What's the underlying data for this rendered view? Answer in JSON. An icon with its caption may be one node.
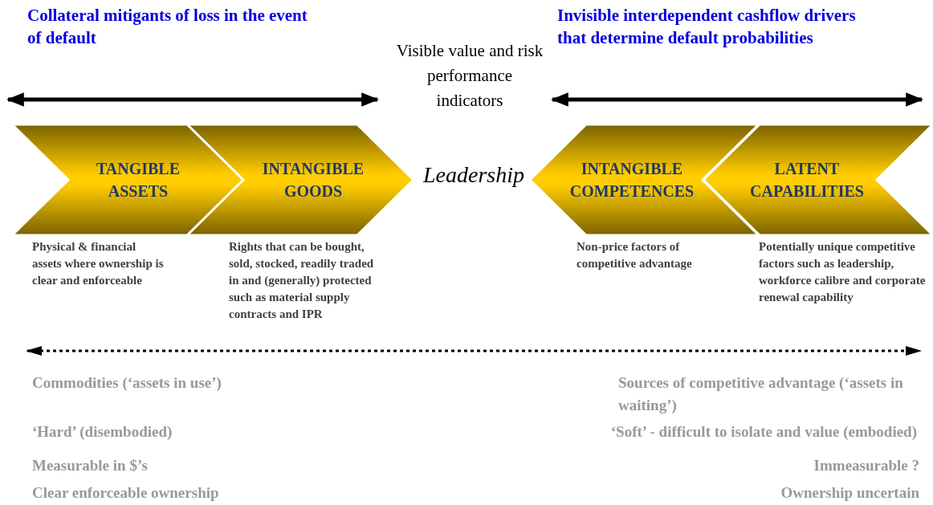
{
  "diagram": {
    "nodes": [
      {
        "text": [
          "TANGIBLE ASSETS"
        ],
        "beside": [
          "Physical & financial assets where ownership is clear and enforceable"
        ]
      },
      {
        "text": [
          "INTANGIBLE GOODS"
        ],
        "beside": [
          "Rights that can be bought, sold, stocked, readily traded in and (generally)  protected such as material supply contracts and IPR"
        ]
      },
      {
        "text": [
          "INTANGIBLE COMPETENCES"
        ],
        "beside": [
          "Non-price factors of competitive advantage"
        ]
      },
      {
        "text": [
          "LATENT CAPABILITIES"
        ],
        "beside": [
          "Potentially unique competitive factors such as leadership, workforce calibre and corporate renewal capability"
        ]
      }
    ],
    "labels": [
      "Collateral mitigants of loss in the event of default",
      "Invisible interdependent cashflow drivers that determine default probabilities",
      "Visible value and risk performance indicators",
      "Leadership",
      "Commodities (‘assets in use’)",
      "Sources of competitive advantage (‘assets in waiting’)",
      "‘Hard’ (disembodied)",
      "‘Soft’ - difficult to isolate and value (embodied)",
      "Measurable in $’s",
      "Immeasurable ?",
      "Clear enforceable ownership",
      "Ownership uncertain"
    ]
  }
}
